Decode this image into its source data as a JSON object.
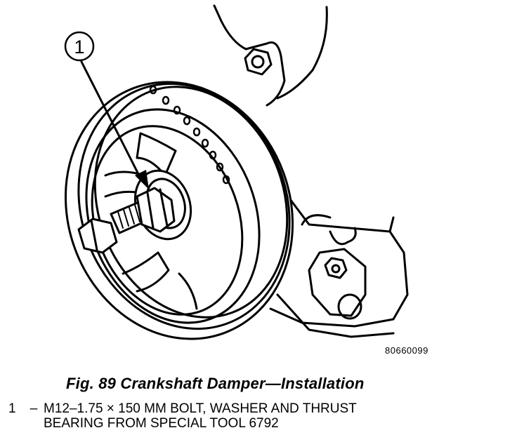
{
  "figure": {
    "callout_label": "1",
    "image_code": "80660099",
    "caption": "Fig. 89 Crankshaft Damper—Installation"
  },
  "legend": [
    {
      "number": "1",
      "dash": "–",
      "line1": "M12–1.75 × 150 MM BOLT, WASHER AND THRUST",
      "line2": "BEARING FROM SPECIAL TOOL 6792"
    }
  ]
}
